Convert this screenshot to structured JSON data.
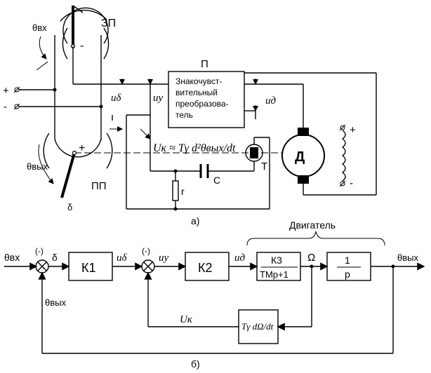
{
  "schematic": {
    "label_zp": "ЗП",
    "label_pp": "ПП",
    "label_p": "П",
    "label_d": "Д",
    "label_t": "Т",
    "label_r": "r",
    "label_c": "С",
    "plus": "+",
    "minus": "-",
    "theta_in": "θвх",
    "theta_out": "θвых",
    "delta": "δ",
    "u_delta": "uδ",
    "u_y": "uу",
    "u_d": "uд",
    "converter_lines": [
      "Знакочувст-",
      "вительный",
      "преобразова-",
      "тель"
    ],
    "uk_formula": "Uк ≈ Tγ d²θвых/dt",
    "caption": "а)"
  },
  "block_diagram": {
    "in_signal": "θвх",
    "minus_sign": "(-)",
    "delta": "δ",
    "k1": "К1",
    "u_delta": "uδ",
    "u_y": "uу",
    "k2": "К2",
    "u_d": "uд",
    "motor_label": "Двигатель",
    "k3_num": "К3",
    "k3_den": "TМp+1",
    "omega": "Ω",
    "integ_num": "1",
    "integ_den": "p",
    "out_signal": "θвых",
    "feedback_out": "θвых",
    "uk": "Uк",
    "tach_formula": "Tγ dΩ/dt",
    "caption": "б)"
  }
}
